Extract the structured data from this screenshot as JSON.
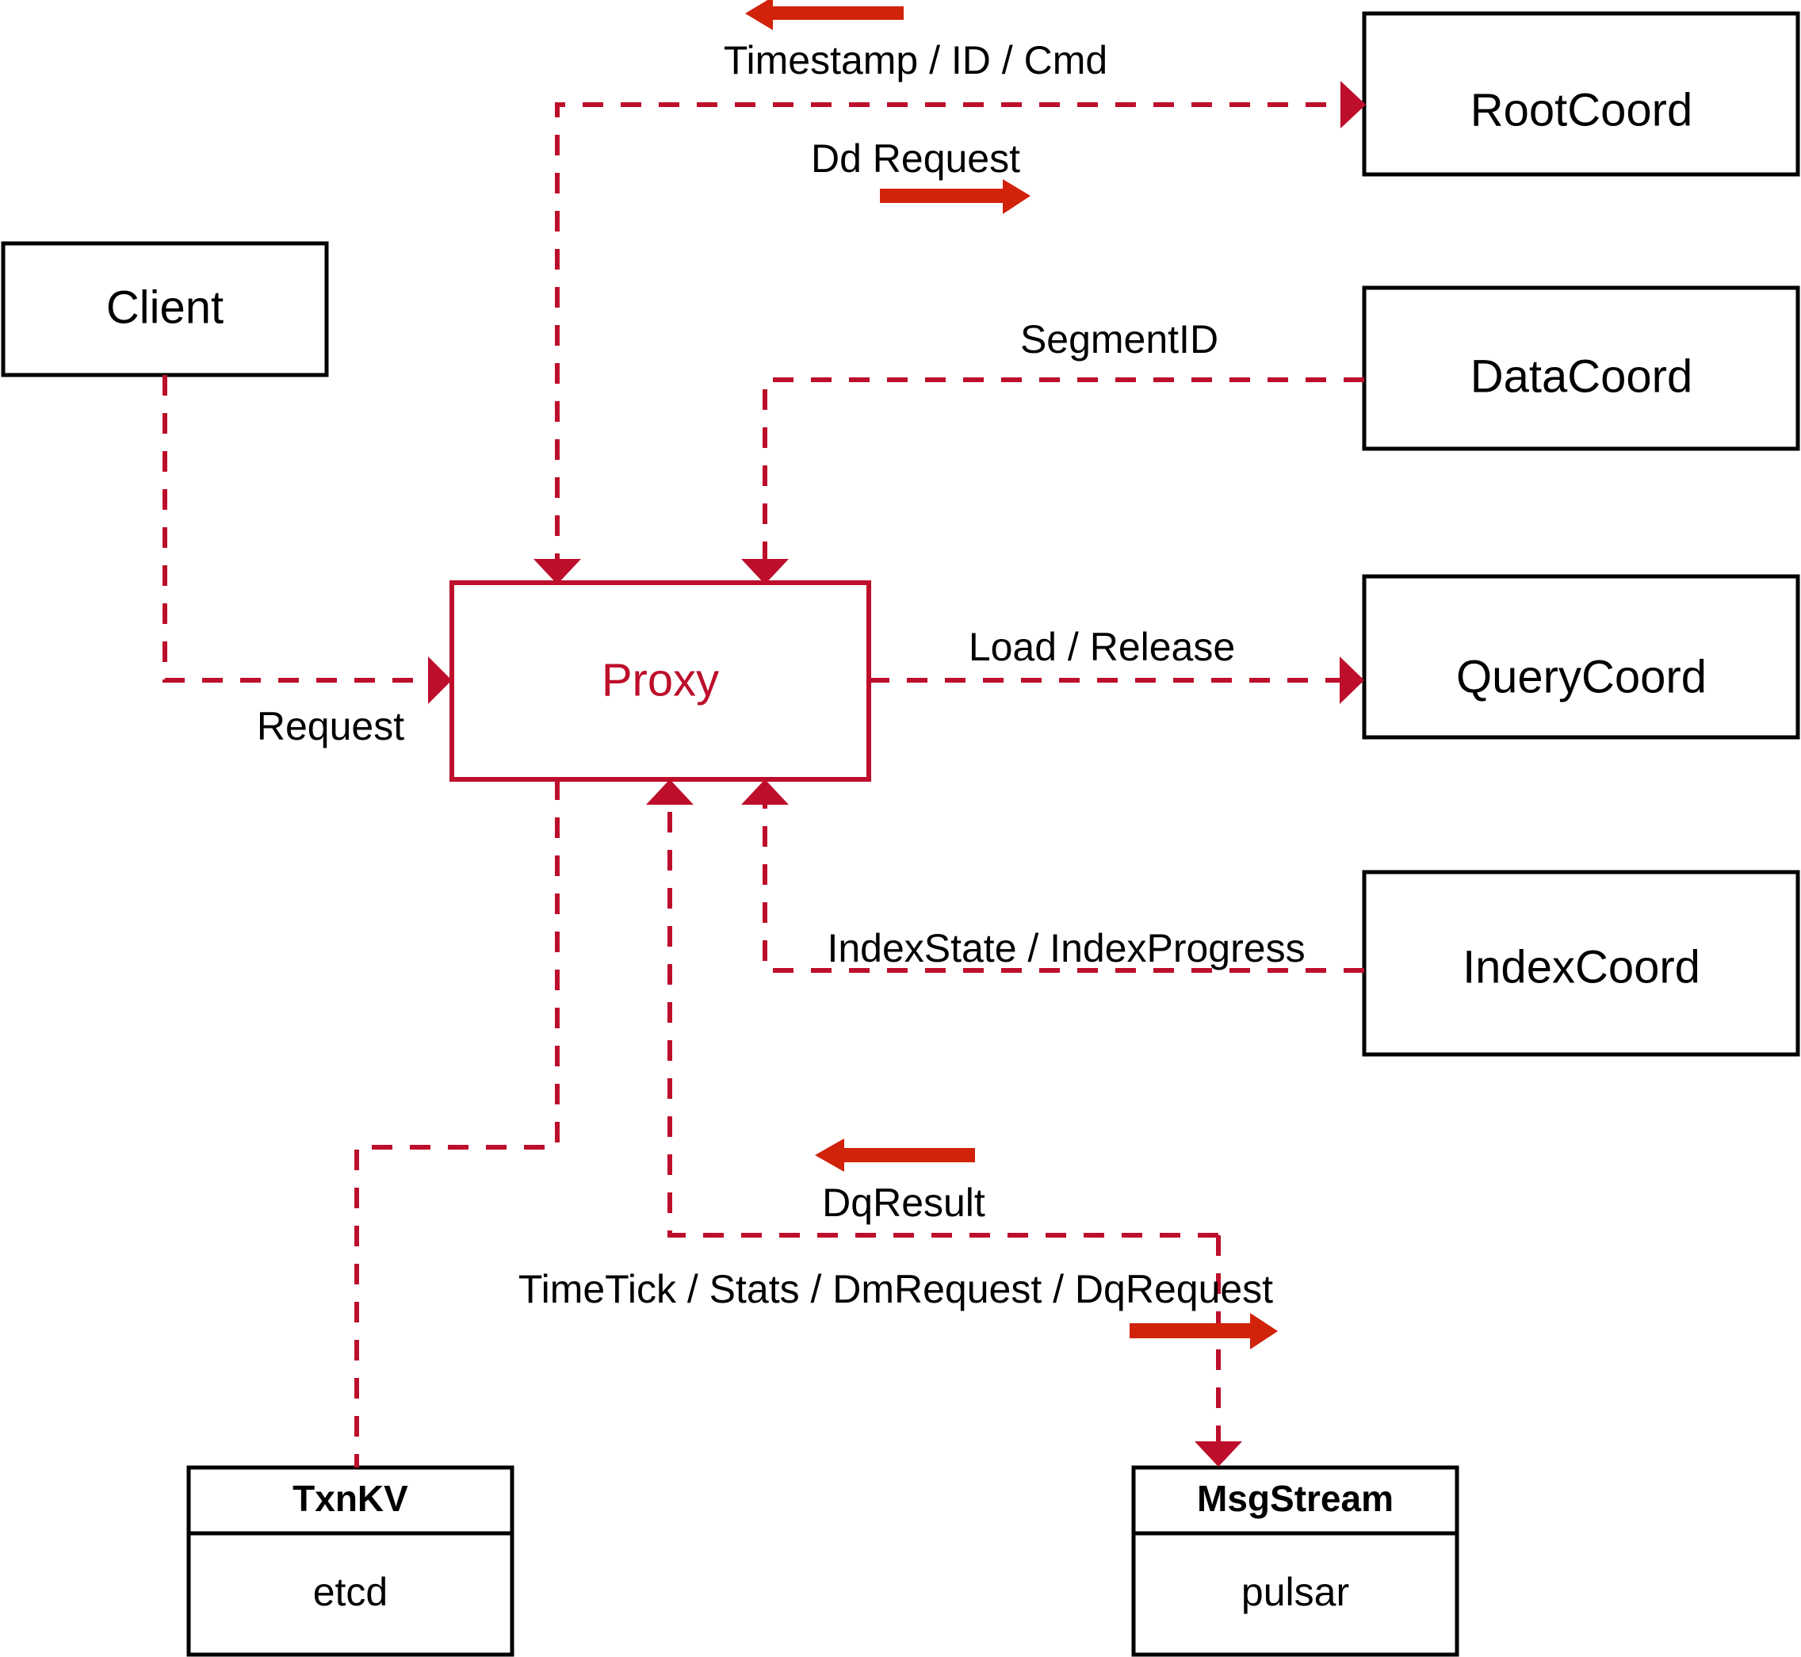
{
  "diagram": {
    "title": "Milvus Proxy interaction diagram",
    "colors": {
      "flow": "#bd0e2b",
      "node_border": "#000000",
      "proxy_border": "#bd0e2b",
      "proxy_text": "#bd0e2b",
      "big_arrow": "#d1220a",
      "background": "#ffffff"
    },
    "nodes": {
      "client": {
        "label": "Client"
      },
      "proxy": {
        "label": "Proxy"
      },
      "root_coord": {
        "label": "RootCoord"
      },
      "data_coord": {
        "label": "DataCoord"
      },
      "query_coord": {
        "label": "QueryCoord"
      },
      "index_coord": {
        "label": "IndexCoord"
      },
      "txnkv": {
        "title": "TxnKV",
        "impl": "etcd"
      },
      "msgstream": {
        "title": "MsgStream",
        "impl": "pulsar"
      }
    },
    "edges": [
      {
        "id": "client-to-proxy",
        "label": "Request"
      },
      {
        "id": "rootcoord-to-proxy",
        "label": "Timestamp / ID / Cmd"
      },
      {
        "id": "proxy-to-rootcoord",
        "label": "Dd Request"
      },
      {
        "id": "datacoord-to-proxy",
        "label": "SegmentID"
      },
      {
        "id": "proxy-to-querycoord",
        "label": "Load / Release"
      },
      {
        "id": "indexcoord-to-proxy",
        "label": "IndexState / IndexProgress"
      },
      {
        "id": "msgstream-to-proxy",
        "label": "DqResult"
      },
      {
        "id": "proxy-to-msgstream",
        "label": "TimeTick / Stats / DmRequest / DqRequest"
      }
    ]
  }
}
